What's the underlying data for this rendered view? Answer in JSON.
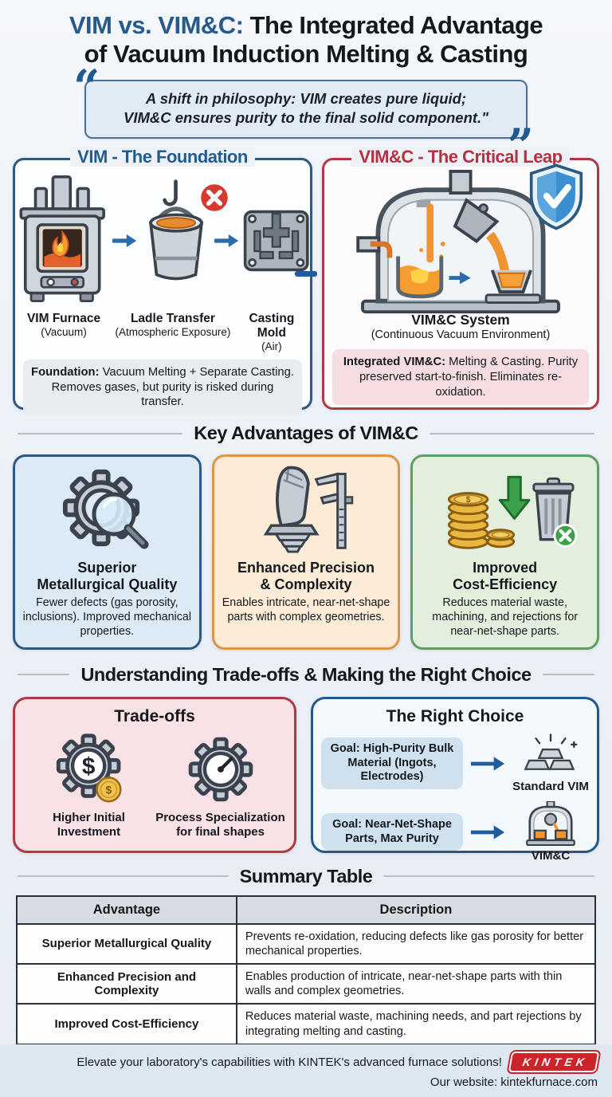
{
  "title": {
    "part1": "VIM vs. VIM&C:",
    "part2": " The Integrated Advantage",
    "line2": "of Vacuum Induction Melting & Casting"
  },
  "quote": {
    "open_mark": "“",
    "close_mark": "”",
    "line1": "A shift in philosophy: VIM creates pure liquid;",
    "line2": "VIM&C ensures purity to the final solid component.\""
  },
  "vim_panel": {
    "title": "VIM - The Foundation",
    "steps": [
      {
        "name": "VIM Furnace",
        "sub": "(Vacuum)",
        "icon": "furnace-icon"
      },
      {
        "name": "Ladle Transfer",
        "sub": "(Atmospheric Exposure)",
        "icon": "ladle-icon"
      },
      {
        "name": "Casting Mold",
        "sub": "(Air)",
        "icon": "casting-mold-icon"
      }
    ],
    "note_bold": "Foundation:",
    "note_rest": " Vacuum Melting + Separate Casting. Removes gases, but purity is risked during transfer."
  },
  "vimc_panel": {
    "title": "VIM&C - The Critical Leap",
    "system_name": "VIM&C System",
    "system_sub": "(Continuous Vacuum Environment)",
    "note_bold": "Integrated VIM&C:",
    "note_rest": " Melting & Casting. Purity preserved start-to-finish. Eliminates re-oxidation."
  },
  "advantages": {
    "heading": "Key Advantages of VIM&C",
    "cards": [
      {
        "title1": "Superior",
        "title2": "Metallurgical Quality",
        "desc": "Fewer defects (gas porosity, inclusions). Improved mechanical properties.",
        "icon": "gear-magnifier-icon"
      },
      {
        "title1": "Enhanced Precision",
        "title2": "& Complexity",
        "desc": "Enables intricate, near-net-shape parts with complex geometries.",
        "icon": "turbine-blade-caliper-icon"
      },
      {
        "title1": "Improved",
        "title2": "Cost-Efficiency",
        "desc": "Reduces material waste, machining, and rejections for near-net-shape parts.",
        "icon": "coins-trash-icon"
      }
    ]
  },
  "tradeoffs_section": {
    "heading": "Understanding Trade-offs & Making the Right Choice",
    "tradeoffs": {
      "title": "Trade-offs",
      "items": [
        {
          "label": "Higher Initial Investment",
          "icon": "gear-dollar-icon"
        },
        {
          "label": "Process Specialization for final shapes",
          "icon": "gear-gauge-icon"
        }
      ]
    },
    "right_choice": {
      "title": "The Right Choice",
      "rows": [
        {
          "goal": "Goal: High-Purity Bulk Material (Ingots, Electrodes)",
          "result": "Standard VIM",
          "icon": "ingot-icon"
        },
        {
          "goal": "Goal: Near-Net-Shape Parts, Max Purity",
          "result": "VIM&C",
          "icon": "vimc-mini-furnace-icon"
        }
      ]
    }
  },
  "summary_table": {
    "heading": "Summary Table",
    "columns": [
      "Advantage",
      "Description"
    ],
    "rows": [
      [
        "Superior Metallurgical Quality",
        "Prevents re-oxidation, reducing defects like gas porosity for better mechanical properties."
      ],
      [
        "Enhanced Precision and Complexity",
        "Enables production of intricate, near-net-shape parts with thin walls and complex geometries."
      ],
      [
        "Improved Cost-Efficiency",
        "Reduces material waste, machining needs, and part rejections by integrating melting and casting."
      ]
    ]
  },
  "footer": {
    "cta": "Elevate your laboratory's capabilities with KINTEK's advanced furnace solutions!",
    "logo": "KINTEK",
    "website_line": "Our website: kintekfurnace.com"
  },
  "colors": {
    "accent_blue": "#265a8e",
    "accent_red": "#b5313f",
    "logo_red": "#cf232a"
  }
}
